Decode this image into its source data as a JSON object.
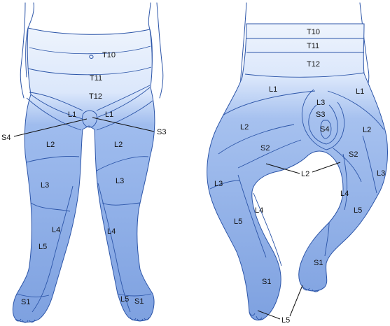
{
  "colors": {
    "skin_light": "#eef4fd",
    "skin_mid": "#b7cdf2",
    "skin_dark": "#7ea1e0",
    "outline": "#2c55a8",
    "text": "#111111"
  },
  "front": {
    "labels": {
      "t10": "T10",
      "t11": "T11",
      "t12": "T12",
      "l1_right": "L1",
      "l1_left": "L1",
      "l2_right": "L2",
      "l2_left": "L2",
      "l3_right": "L3",
      "l3_left": "L3",
      "l4_right": "L4",
      "l4_left": "L4",
      "l5_right": "L5",
      "l5_left": "L5",
      "s1_right": "S1",
      "s1_left": "S1",
      "s3": "S3",
      "s4": "S4"
    }
  },
  "back": {
    "labels": {
      "t10": "T10",
      "t11": "T11",
      "t12": "T12",
      "l1_left": "L1",
      "l1_right": "L1",
      "l2_left": "L2",
      "l2_right": "L2",
      "l2_callout": "L2",
      "l3_top": "L3",
      "l3_left": "L3",
      "l3_right": "L3",
      "s3": "S3",
      "s4": "S4",
      "s2_left": "S2",
      "s2_right": "S2",
      "l4_left": "L4",
      "l4_right": "L4",
      "l5_left": "L5",
      "l5_right": "L5",
      "l5_callout": "L5",
      "s1_left": "S1",
      "s1_right": "S1"
    }
  }
}
